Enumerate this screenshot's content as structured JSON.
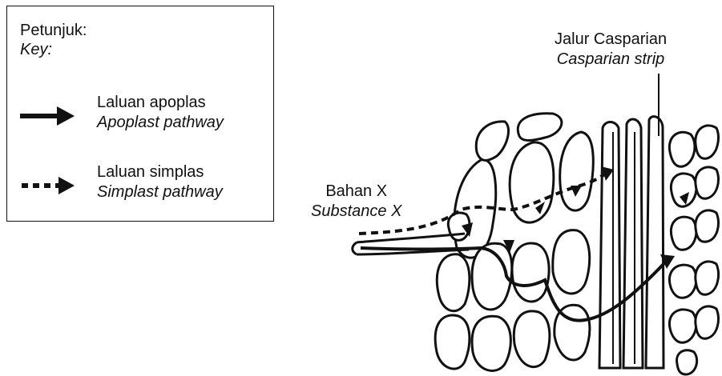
{
  "key": {
    "title_ms": "Petunjuk:",
    "title_en": "Key:",
    "apoplast": {
      "label_ms": "Laluan apoplas",
      "label_en": "Apoplast pathway",
      "style": "solid-arrow"
    },
    "symplast": {
      "label_ms": "Laluan simplas",
      "label_en": "Simplast pathway",
      "style": "dashed-arrow"
    }
  },
  "labels": {
    "substance_ms": "Bahan X",
    "substance_en": "Substance X",
    "casparian_ms": "Jalur Casparian",
    "casparian_en": "Casparian strip"
  },
  "colors": {
    "ink": "#111111",
    "background": "#ffffff"
  }
}
